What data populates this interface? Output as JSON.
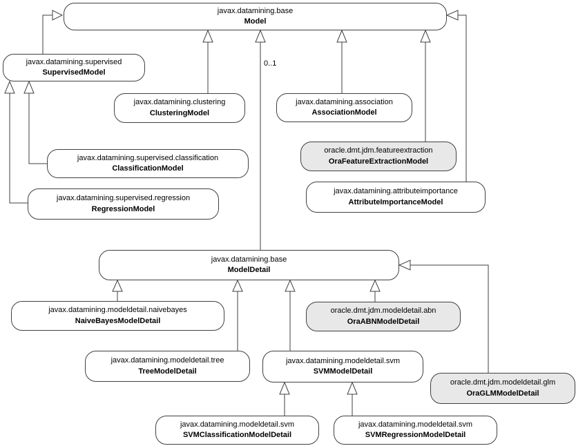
{
  "diagram": {
    "multiplicity_label": "0..1",
    "colors": {
      "bg": "#ffffff",
      "node_fill": "#ffffff",
      "node_fill_oracle": "#e8e8e8",
      "line_color": "#3f3f3f",
      "text_color": "#000000"
    },
    "nodes": {
      "model": {
        "package": "javax.datamining.base",
        "class_name": "Model"
      },
      "supervised_model": {
        "package": "javax.datamining.supervised",
        "class_name": "SupervisedModel"
      },
      "clustering_model": {
        "package": "javax.datamining.clustering",
        "class_name": "ClusteringModel"
      },
      "association_model": {
        "package": "javax.datamining.association",
        "class_name": "AssociationModel"
      },
      "ora_feature_extraction_model": {
        "package": "oracle.dmt.jdm.featureextraction",
        "class_name": "OraFeatureExtractionModel"
      },
      "attribute_importance_model": {
        "package": "javax.datamining.attributeimportance",
        "class_name": "AttributeImportanceModel"
      },
      "classification_model": {
        "package": "javax.datamining.supervised.classification",
        "class_name": "ClassificationModel"
      },
      "regression_model": {
        "package": "javax.datamining.supervised.regression",
        "class_name": "RegressionModel"
      },
      "model_detail": {
        "package": "javax.datamining.base",
        "class_name": "ModelDetail"
      },
      "naive_bayes_model_detail": {
        "package": "javax.datamining.modeldetail.naivebayes",
        "class_name": "NaiveBayesModelDetail"
      },
      "ora_abn_model_detail": {
        "package": "oracle.dmt.jdm.modeldetail.abn",
        "class_name": "OraABNModelDetail"
      },
      "tree_model_detail": {
        "package": "javax.datamining.modeldetail.tree",
        "class_name": "TreeModelDetail"
      },
      "svm_model_detail": {
        "package": "javax.datamining.modeldetail.svm",
        "class_name": "SVMModelDetail"
      },
      "ora_glm_model_detail": {
        "package": "oracle.dmt.jdm.modeldetail.glm",
        "class_name": "OraGLMModelDetail"
      },
      "svm_classification_model_detail": {
        "package": "javax.datamining.modeldetail.svm",
        "class_name": "SVMClassificationModelDetail"
      },
      "svm_regression_model_detail": {
        "package": "javax.datamining.modeldetail.svm",
        "class_name": "SVMRegressionModelDetail"
      }
    },
    "edges": [
      {
        "from": "SupervisedModel",
        "to": "Model",
        "type": "generalization"
      },
      {
        "from": "ClusteringModel",
        "to": "Model",
        "type": "generalization"
      },
      {
        "from": "ModelDetail",
        "to": "Model",
        "type": "association",
        "multiplicity": "0..1"
      },
      {
        "from": "AssociationModel",
        "to": "Model",
        "type": "generalization"
      },
      {
        "from": "OraFeatureExtractionModel",
        "to": "Model",
        "type": "generalization"
      },
      {
        "from": "AttributeImportanceModel",
        "to": "Model",
        "type": "generalization"
      },
      {
        "from": "ClassificationModel",
        "to": "SupervisedModel",
        "type": "generalization"
      },
      {
        "from": "RegressionModel",
        "to": "SupervisedModel",
        "type": "generalization"
      },
      {
        "from": "NaiveBayesModelDetail",
        "to": "ModelDetail",
        "type": "generalization"
      },
      {
        "from": "TreeModelDetail",
        "to": "ModelDetail",
        "type": "generalization"
      },
      {
        "from": "SVMModelDetail",
        "to": "ModelDetail",
        "type": "generalization"
      },
      {
        "from": "OraABNModelDetail",
        "to": "ModelDetail",
        "type": "generalization"
      },
      {
        "from": "OraGLMModelDetail",
        "to": "ModelDetail",
        "type": "generalization"
      },
      {
        "from": "SVMClassificationModelDetail",
        "to": "SVMModelDetail",
        "type": "generalization"
      },
      {
        "from": "SVMRegressionModelDetail",
        "to": "SVMModelDetail",
        "type": "generalization"
      }
    ]
  }
}
